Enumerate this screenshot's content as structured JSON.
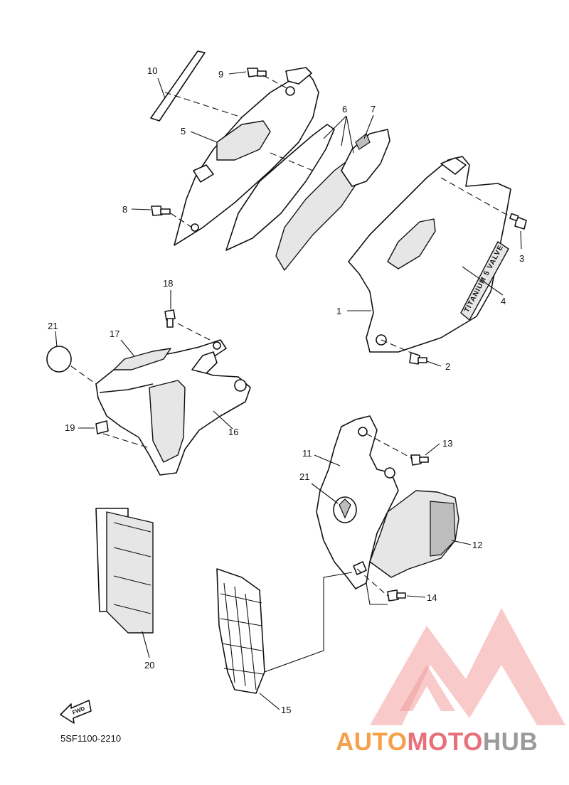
{
  "diagram": {
    "part_numbers": [
      "1",
      "2",
      "3",
      "4",
      "5",
      "6",
      "7",
      "8",
      "9",
      "10",
      "11",
      "12",
      "13",
      "14",
      "15",
      "16",
      "17",
      "18",
      "19",
      "20",
      "21"
    ],
    "callouts": {
      "c1": "1",
      "c2": "2",
      "c3": "3",
      "c4": "4",
      "c5": "5",
      "c6": "6",
      "c7": "7",
      "c8": "8",
      "c9": "9",
      "c10": "10",
      "c11": "11",
      "c12": "12",
      "c13": "13",
      "c14": "14",
      "c15": "15",
      "c16": "16",
      "c17": "17",
      "c18": "18",
      "c19": "19",
      "c20": "20",
      "c21a": "21",
      "c21b": "21"
    },
    "decal_text": "TITANIUM 5 VALVE",
    "fwd_label": "FWD",
    "drawing_code": "5SF1100-2210"
  },
  "watermark": {
    "brand_part1": "AUTO",
    "brand_part2": "MOTO",
    "brand_part3": "HUB",
    "colors": {
      "orange": "#f5a04a",
      "pink": "#e8707a",
      "gray": "#9a9a9a"
    }
  }
}
